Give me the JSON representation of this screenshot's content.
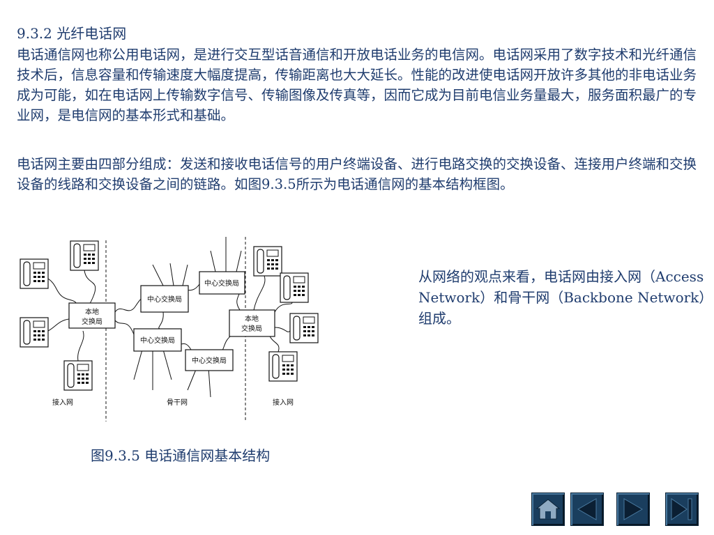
{
  "heading": "9.3.2  光纤电话网",
  "paragraphs": [
    "电话通信网也称公用电话网，是进行交互型话音通信和开放电话业务的电信网。电话网采用了数字技术和光纤通信技术后，信息容量和传输速度大幅度提高，传输距离也大大延长。性能的改进使电话网开放许多其他的非电话业务成为可能，如在电话网上传输数字信号、传输图像及传真等，因而它成为目前电信业务量最大，服务面积最广的专业网，是电信网的基本形式和基础。",
    "电话网主要由四部分组成：发送和接收电话信号的用户终端设备、进行电路交换的交换设备、连接用户终端和交换设备的线路和交换设备之间的链路。如图9.3.5所示为电话通信网的基本结构框图。"
  ],
  "figure": {
    "local_exchange": "本地\n交换局",
    "local_exchange_line1": "本地",
    "local_exchange_line2": "交换局",
    "central_exchange": "中心交换局",
    "zone_left": "接入网",
    "zone_middle": "骨干网",
    "zone_right": "接入网"
  },
  "caption": "图9.3.5  电话通信网基本结构",
  "side_note": "从网络的观点来看，电话网由接入网（Access Network）和骨干网（Backbone Network）组成。",
  "nav": {
    "buttons": [
      "home-icon",
      "previous-icon",
      "next-icon",
      "last-icon"
    ],
    "color": "#1a3e5e"
  }
}
